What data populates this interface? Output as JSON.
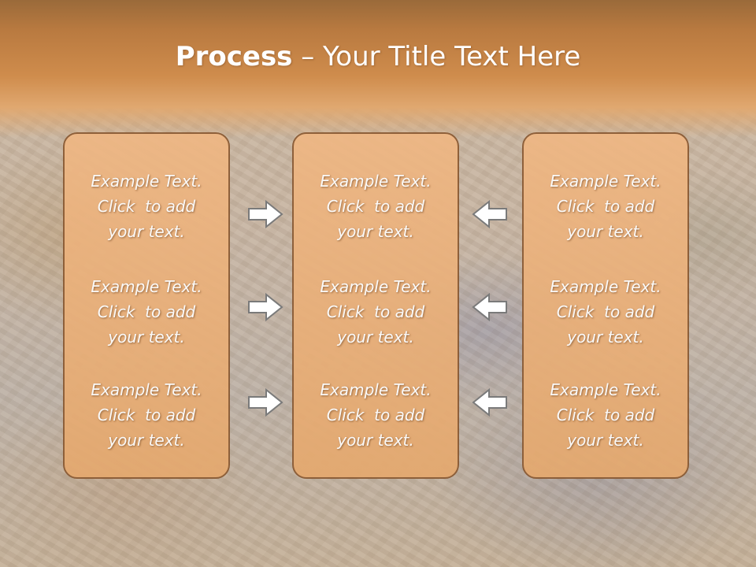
{
  "title": {
    "bold": "Process",
    "rest": " – Your Title Text Here"
  },
  "columns": [
    {
      "items": [
        {
          "line1": "Example Text.",
          "line2": "Click  to add",
          "line3": "your text."
        },
        {
          "line1": "Example Text.",
          "line2": "Click  to add",
          "line3": "your text."
        },
        {
          "line1": "Example Text.",
          "line2": "Click  to add",
          "line3": "your text."
        }
      ]
    },
    {
      "items": [
        {
          "line1": "Example Text.",
          "line2": "Click  to add",
          "line3": "your text."
        },
        {
          "line1": "Example Text.",
          "line2": "Click  to add",
          "line3": "your text."
        },
        {
          "line1": "Example Text.",
          "line2": "Click  to add",
          "line3": "your text."
        }
      ]
    },
    {
      "items": [
        {
          "line1": "Example Text.",
          "line2": "Click  to add",
          "line3": "your text."
        },
        {
          "line1": "Example Text.",
          "line2": "Click  to add",
          "line3": "your text."
        },
        {
          "line1": "Example Text.",
          "line2": "Click  to add",
          "line3": "your text."
        }
      ]
    }
  ],
  "arrows": {
    "left_group": {
      "direction": "right",
      "count": 3,
      "icon": "arrow-right-icon"
    },
    "right_group": {
      "direction": "left",
      "count": 3,
      "icon": "arrow-left-icon"
    }
  },
  "colors": {
    "title_band": "#cf8c4c",
    "panel_fill": "#e9ad76",
    "panel_border": "#8a5a33",
    "arrow_fill": "#ffffff",
    "arrow_stroke": "#7a7a7a"
  }
}
